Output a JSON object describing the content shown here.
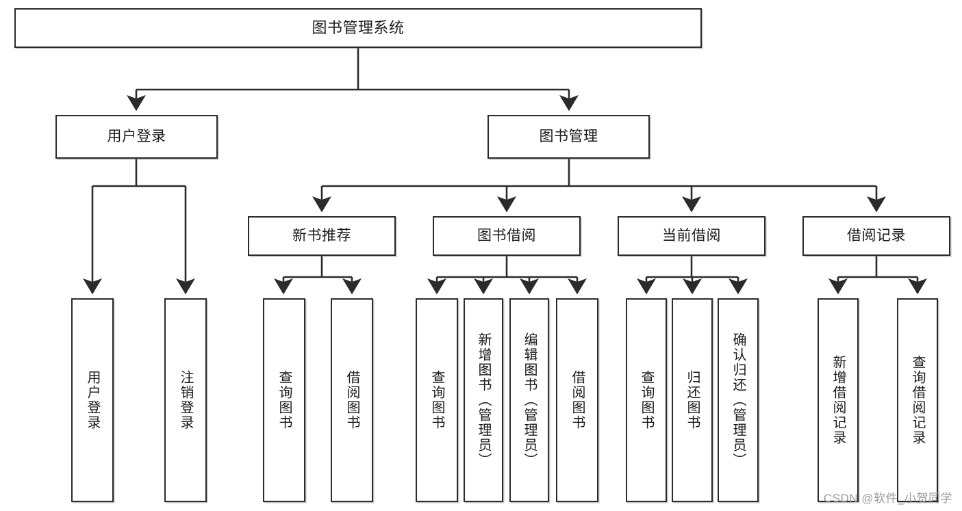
{
  "diagram": {
    "title": "图书管理系统",
    "type": "tree",
    "watermark": "CSDN @软件_小贺同学",
    "colors": {
      "stroke": "#2b2b2b",
      "fill": "#ffffff",
      "text": "#1a1a1a",
      "watermark": "#9a9a9a"
    },
    "nodes": {
      "root": {
        "label": "图书管理系统"
      },
      "level2": [
        {
          "id": "user-login",
          "label": "用户登录"
        },
        {
          "id": "book-manage",
          "label": "图书管理"
        }
      ],
      "level3": [
        {
          "id": "new-book-recommend",
          "label": "新书推荐"
        },
        {
          "id": "book-borrow",
          "label": "图书借阅"
        },
        {
          "id": "current-borrow",
          "label": "当前借阅"
        },
        {
          "id": "borrow-record",
          "label": "借阅记录"
        }
      ],
      "leaves": [
        {
          "id": "leaf-user-login",
          "label": "用户登录",
          "parent": "user-login"
        },
        {
          "id": "leaf-logout-login",
          "label": "注销登录",
          "parent": "user-login"
        },
        {
          "id": "leaf-query-book-1",
          "label": "查询图书",
          "parent": "new-book-recommend"
        },
        {
          "id": "leaf-borrow-book-1",
          "label": "借阅图书",
          "parent": "new-book-recommend"
        },
        {
          "id": "leaf-query-book-2",
          "label": "查询图书",
          "parent": "book-borrow"
        },
        {
          "id": "leaf-add-book",
          "label": "新增图书（管理员）",
          "parent": "book-borrow"
        },
        {
          "id": "leaf-edit-book",
          "label": "编辑图书（管理员）",
          "parent": "book-borrow"
        },
        {
          "id": "leaf-borrow-book-2",
          "label": "借阅图书",
          "parent": "book-borrow"
        },
        {
          "id": "leaf-query-book-3",
          "label": "查询图书",
          "parent": "current-borrow"
        },
        {
          "id": "leaf-return-book",
          "label": "归还图书",
          "parent": "current-borrow"
        },
        {
          "id": "leaf-confirm-return",
          "label": "确认归还（管理员）",
          "parent": "current-borrow"
        },
        {
          "id": "leaf-add-record",
          "label": "新增借阅记录",
          "parent": "borrow-record"
        },
        {
          "id": "leaf-query-record",
          "label": "查询借阅记录",
          "parent": "borrow-record"
        }
      ]
    }
  }
}
